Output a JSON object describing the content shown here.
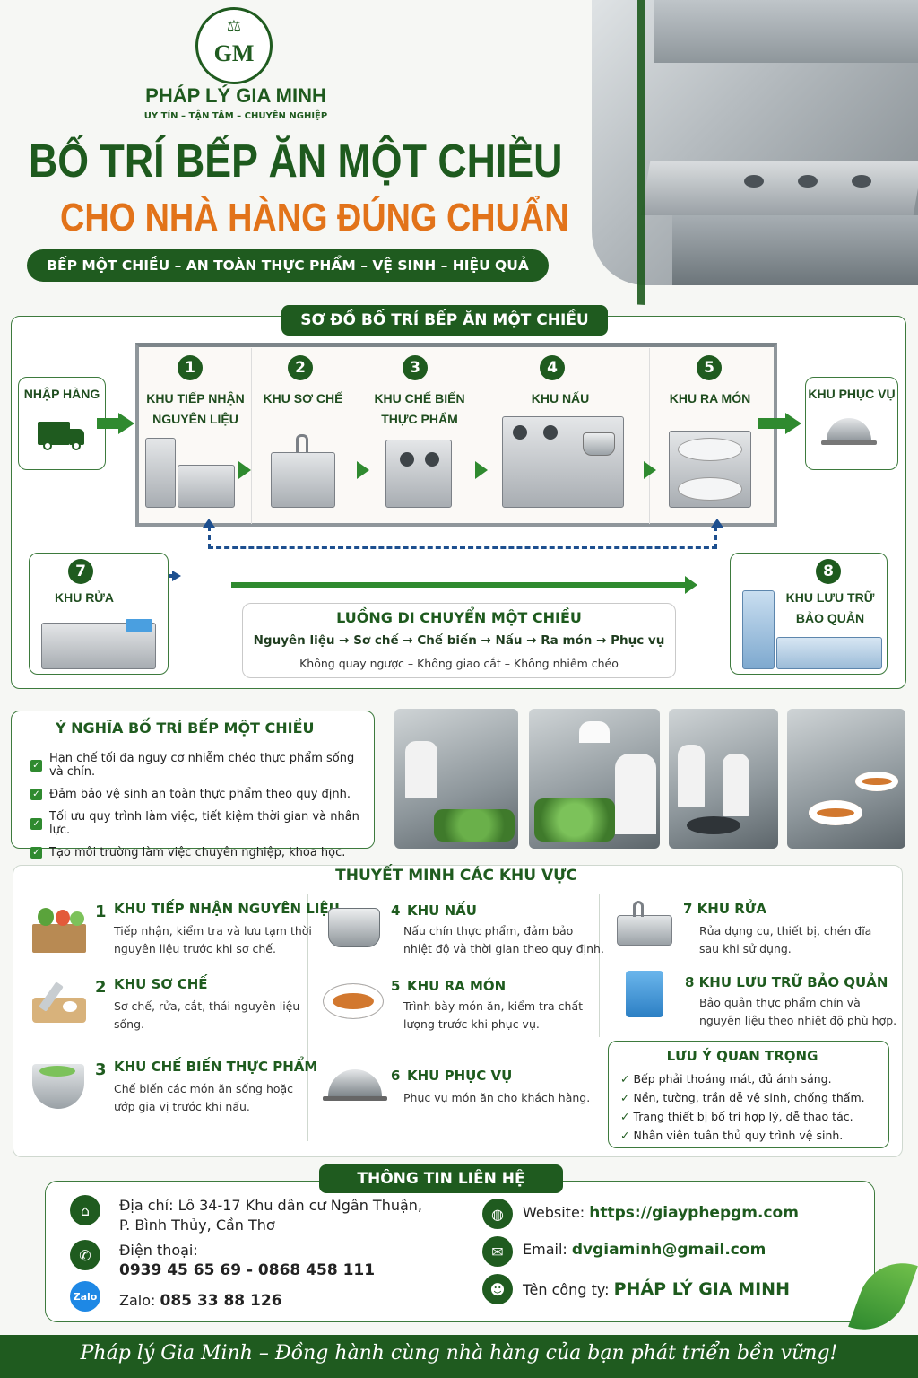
{
  "brand": {
    "logo_text": "GM",
    "name": "PHÁP LÝ GIA MINH",
    "tagline": "UY TÍN – TẬN TÂM – CHUYÊN NGHIỆP"
  },
  "hero": {
    "title_line1": "BỐ TRÍ BẾP ĂN MỘT CHIỀU",
    "title_line2": "CHO NHÀ HÀNG ĐÚNG CHUẨN",
    "banner": "BẾP MỘT CHIỀU – AN TOÀN THỰC PHẨM – VỆ SINH – HIỆU QUẢ"
  },
  "diagram": {
    "title": "SƠ ĐỒ BỐ TRÍ BẾP ĂN MỘT CHIỀU",
    "inlet": "NHẬP HÀNG",
    "outlet": "KHU PHỤC VỤ",
    "zones": [
      {
        "num": "1",
        "label": "KHU TIẾP NHẬN NGUYÊN LIỆU"
      },
      {
        "num": "2",
        "label": "KHU SƠ CHẾ"
      },
      {
        "num": "3",
        "label": "KHU CHẾ BIẾN THỰC PHẨM"
      },
      {
        "num": "4",
        "label": "KHU NẤU"
      },
      {
        "num": "5",
        "label": "KHU RA MÓN"
      }
    ],
    "wash": {
      "num": "7",
      "label": "KHU RỬA"
    },
    "storage": {
      "num": "8",
      "label": "KHU LƯU TRỮ BẢO QUẢN"
    },
    "flow": {
      "title": "LUỒNG DI CHUYỂN MỘT CHIỀU",
      "steps": "Nguyên liệu → Sơ chế → Chế biến → Nấu → Ra món → Phục vụ",
      "note": "Không quay ngược – Không giao cắt – Không nhiễm chéo"
    }
  },
  "meaning": {
    "title": "Ý NGHĨA BỐ TRÍ BẾP MỘT CHIỀU",
    "items": [
      "Hạn chế tối đa nguy cơ nhiễm chéo thực phẩm sống và chín.",
      "Đảm bảo vệ sinh an toàn thực phẩm theo quy định.",
      "Tối ưu quy trình làm việc, tiết kiệm thời gian và nhân lực.",
      "Tạo môi trường làm việc chuyên nghiệp, khoa học."
    ]
  },
  "explain": {
    "title": "THUYẾT MINH CÁC KHU VỰC",
    "items": [
      {
        "num": "1",
        "title": "KHU TIẾP NHẬN NGUYÊN LIỆU",
        "desc1": "Tiếp nhận, kiểm tra và lưu tạm thời",
        "desc2": "nguyên liệu trước khi sơ chế."
      },
      {
        "num": "2",
        "title": "KHU SƠ CHẾ",
        "desc1": "Sơ chế, rửa, cắt, thái nguyên liệu",
        "desc2": "sống."
      },
      {
        "num": "3",
        "title": "KHU CHẾ BIẾN THỰC PHẨM",
        "desc1": "Chế biến các món ăn sống hoặc",
        "desc2": "ướp gia vị trước khi nấu."
      },
      {
        "num": "4",
        "title": "KHU NẤU",
        "desc1": "Nấu chín thực phẩm, đảm bảo",
        "desc2": "nhiệt độ và thời gian theo quy định."
      },
      {
        "num": "5",
        "title": "KHU RA MÓN",
        "desc1": "Trình bày món ăn, kiểm tra chất",
        "desc2": "lượng trước khi phục vụ."
      },
      {
        "num": "6",
        "title": "KHU PHỤC VỤ",
        "desc1": "Phục vụ món ăn cho khách hàng.",
        "desc2": ""
      },
      {
        "num": "7",
        "title": "KHU RỬA",
        "desc1": "Rửa dụng cụ, thiết bị, chén đĩa",
        "desc2": "sau khi sử dụng."
      },
      {
        "num": "8",
        "title": "KHU LƯU TRỮ BẢO QUẢN",
        "desc1": "Bảo quản thực phẩm chín và",
        "desc2": "nguyên liệu theo nhiệt độ phù hợp."
      }
    ],
    "note_title": "LƯU Ý QUAN TRỌNG",
    "notes": [
      "Bếp phải thoáng mát, đủ ánh sáng.",
      "Nền, tường, trần dễ vệ sinh, chống thấm.",
      "Trang thiết bị bố trí hợp lý, dễ thao tác.",
      "Nhân viên tuân thủ quy trình vệ sinh."
    ]
  },
  "contact": {
    "title": "THÔNG TIN LIÊN HỆ",
    "address_label": "Địa chỉ:",
    "address_line1": "Lô 34-17 Khu dân cư Ngân Thuận,",
    "address_line2": "P. Bình Thủy, Cần Thơ",
    "phone_label": "Điện thoại:",
    "phone": "0939 45 65 69 - 0868 458 111",
    "zalo_icon": "Zalo",
    "zalo_label": "Zalo:",
    "zalo": "085 33 88 126",
    "web_label": "Website:",
    "web": "https://giayphepgm.com",
    "email_label": "Email:",
    "email": "dvgiaminh@gmail.com",
    "company_label": "Tên công ty:",
    "company": "PHÁP LÝ GIA MINH"
  },
  "footer": "Pháp lý Gia Minh – Đồng hành cùng nhà hàng của bạn phát triển bền vững!",
  "colors": {
    "primary": "#1f5b1f",
    "accent": "#e2731a",
    "arrow": "#2f8a2f",
    "dashed": "#1d4f8f"
  }
}
